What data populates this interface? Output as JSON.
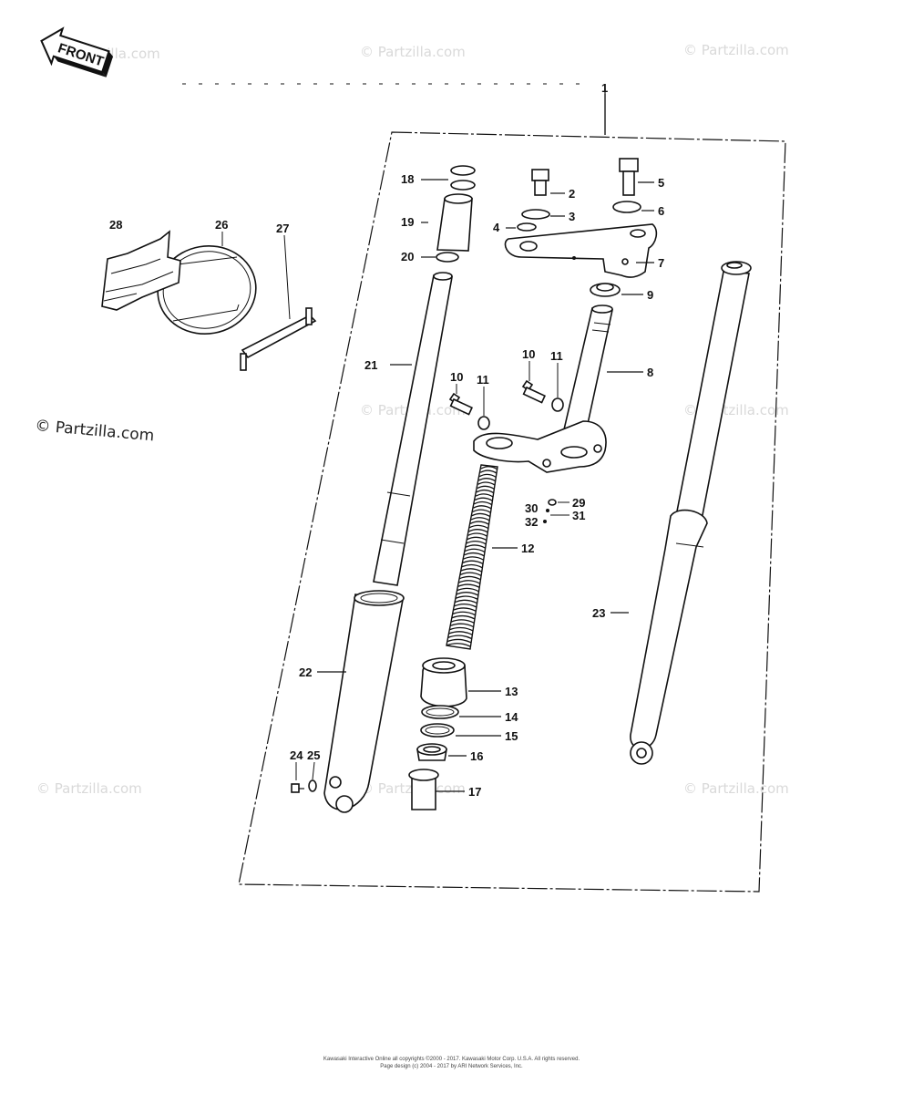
{
  "front_label": "FRONT",
  "watermark": "© Partzilla.com",
  "copyright_line1": "Kawasaki Interactive Online all copyrights ©2000 - 2017. Kawasaki Motor Corp. U.S.A. All rights reserved.",
  "copyright_line2": "Page design (c) 2004 - 2017 by ARI Network Services, Inc.",
  "callouts": {
    "c1": "1",
    "c2": "2",
    "c3": "3",
    "c4": "4",
    "c5": "5",
    "c6": "6",
    "c7": "7",
    "c8": "8",
    "c9": "9",
    "c10a": "10",
    "c10b": "10",
    "c11a": "11",
    "c11b": "11",
    "c12": "12",
    "c13": "13",
    "c14": "14",
    "c15": "15",
    "c16": "16",
    "c17": "17",
    "c18": "18",
    "c19": "19",
    "c20": "20",
    "c21": "21",
    "c22": "22",
    "c23": "23",
    "c24": "24",
    "c25": "25",
    "c26": "26",
    "c27": "27",
    "c28": "28",
    "c29": "29",
    "c30": "30",
    "c31": "31",
    "c32": "32"
  },
  "colors": {
    "line": "#111111",
    "watermark": "#d9d9d9",
    "background": "#ffffff"
  }
}
